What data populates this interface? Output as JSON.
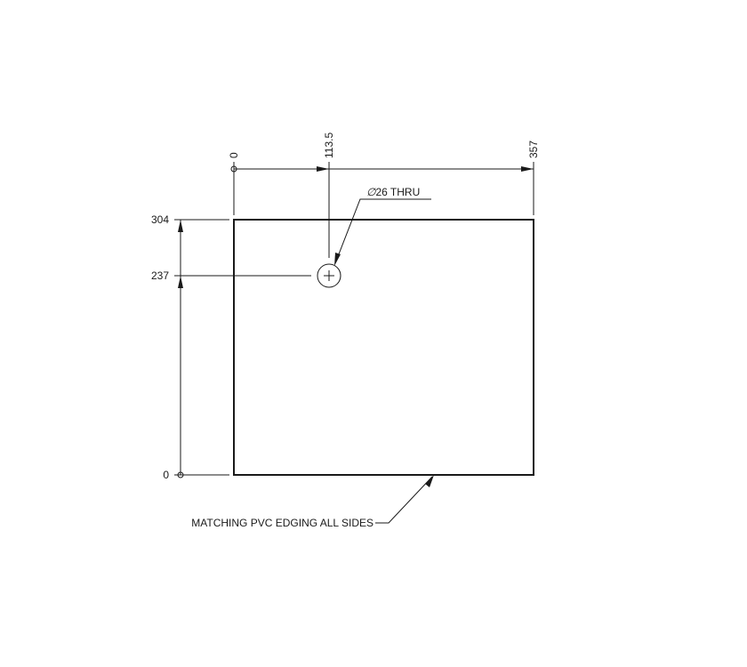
{
  "drawing": {
    "x_dimensions": {
      "origin": "0",
      "hole_x": "113.5",
      "width": "357"
    },
    "y_dimensions": {
      "top": "304",
      "hole_y": "237",
      "origin": "0"
    },
    "hole_callout": {
      "diameter_symbol": "∅",
      "text": "26 THRU"
    },
    "edge_note": "MATCHING PVC EDGING ALL SIDES"
  },
  "colors": {
    "line": "#1a1a1a",
    "background": "#ffffff"
  }
}
